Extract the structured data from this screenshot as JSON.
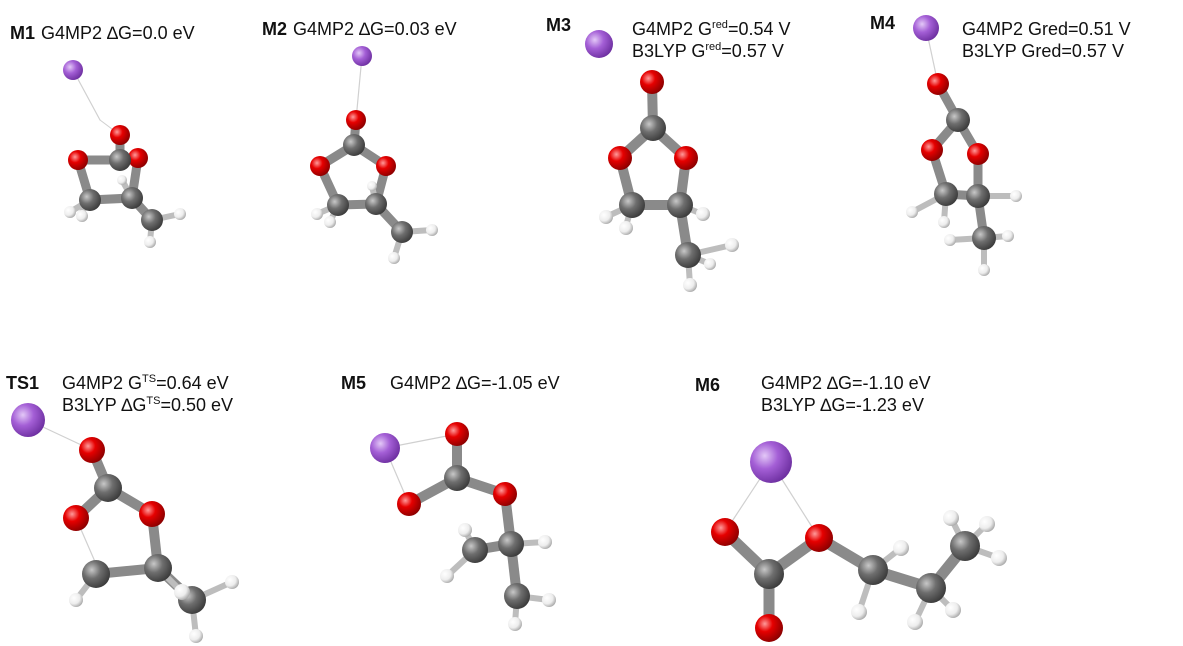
{
  "panels": [
    {
      "id": "M1",
      "line1": "G4MP2 ∆G=0.0 eV"
    },
    {
      "id": "M2",
      "line1": "G4MP2 ∆G=0.03 eV"
    },
    {
      "id": "M3",
      "line1_pre": "G4MP2 G",
      "line1_sup": "red",
      "line1_post": "=0.54 V",
      "line2_pre": "B3LYP G",
      "line2_sup": "red",
      "line2_post": "=0.57 V"
    },
    {
      "id": "M4",
      "line1": "G4MP2 Gred=0.51 V",
      "line2": "B3LYP Gred=0.57 V"
    },
    {
      "id": "TS1",
      "line1_pre": "G4MP2 G",
      "line1_sup": "TS",
      "line1_post": "=0.64 eV",
      "line2_pre": "B3LYP ∆G",
      "line2_sup": "TS",
      "line2_post": "=0.50 eV"
    },
    {
      "id": "M5",
      "line1": "G4MP2 ∆G=-1.05 eV"
    },
    {
      "id": "M6",
      "line1": "G4MP2 ∆G=-1.10 eV",
      "line2": "B3LYP ∆G=-1.23 eV"
    }
  ],
  "colors": {
    "lithium": "#a45fd6",
    "oxygen": "#e60000",
    "carbon": "#6e6e6e",
    "hydrogen": "#f2f2f2",
    "bond": "#8a8a8a"
  }
}
